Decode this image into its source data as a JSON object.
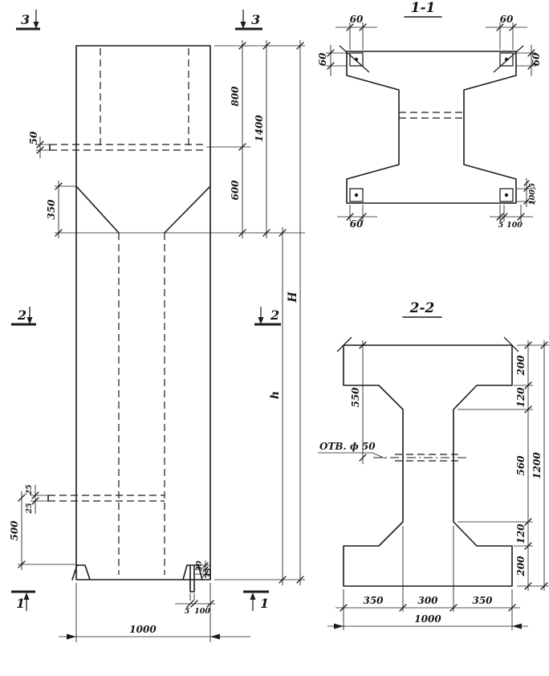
{
  "section_marks": {
    "top_left": "3",
    "top_right": "3",
    "mid_left": "2",
    "mid_right": "2",
    "bottom_left": "1",
    "bottom_right": "1"
  },
  "main_view": {
    "dim_50": "50",
    "dim_350": "350",
    "dim_800": "800",
    "dim_600": "600",
    "dim_1400": "1400",
    "dim_h": "h",
    "dim_H": "H",
    "dim_25_top": "25",
    "dim_25_bottom": "25",
    "dim_500": "500",
    "dim_30": "30",
    "dim_35": "35",
    "dim_5": "5",
    "dim_100": "100",
    "dim_1000": "1000"
  },
  "section_1_1": {
    "title": "1-1",
    "dim_60_top_left": "60",
    "dim_60_top_right": "60",
    "dim_60_left": "60",
    "dim_60_right": "60",
    "dim_60_bottom_left": "60",
    "dim_5_bottom": "5",
    "dim_100_bottom": "100",
    "dim_5_right": "5",
    "dim_100_right": "100"
  },
  "section_2_2": {
    "title": "2-2",
    "hole_label": "ОТВ. ф 50",
    "dim_550": "550",
    "dim_200_top": "200",
    "dim_120_top": "120",
    "dim_560": "560",
    "dim_120_bottom": "120",
    "dim_200_bottom": "200",
    "dim_1200": "1200",
    "dim_350_left": "350",
    "dim_300": "300",
    "dim_350_right": "350",
    "dim_1000": "1000"
  }
}
